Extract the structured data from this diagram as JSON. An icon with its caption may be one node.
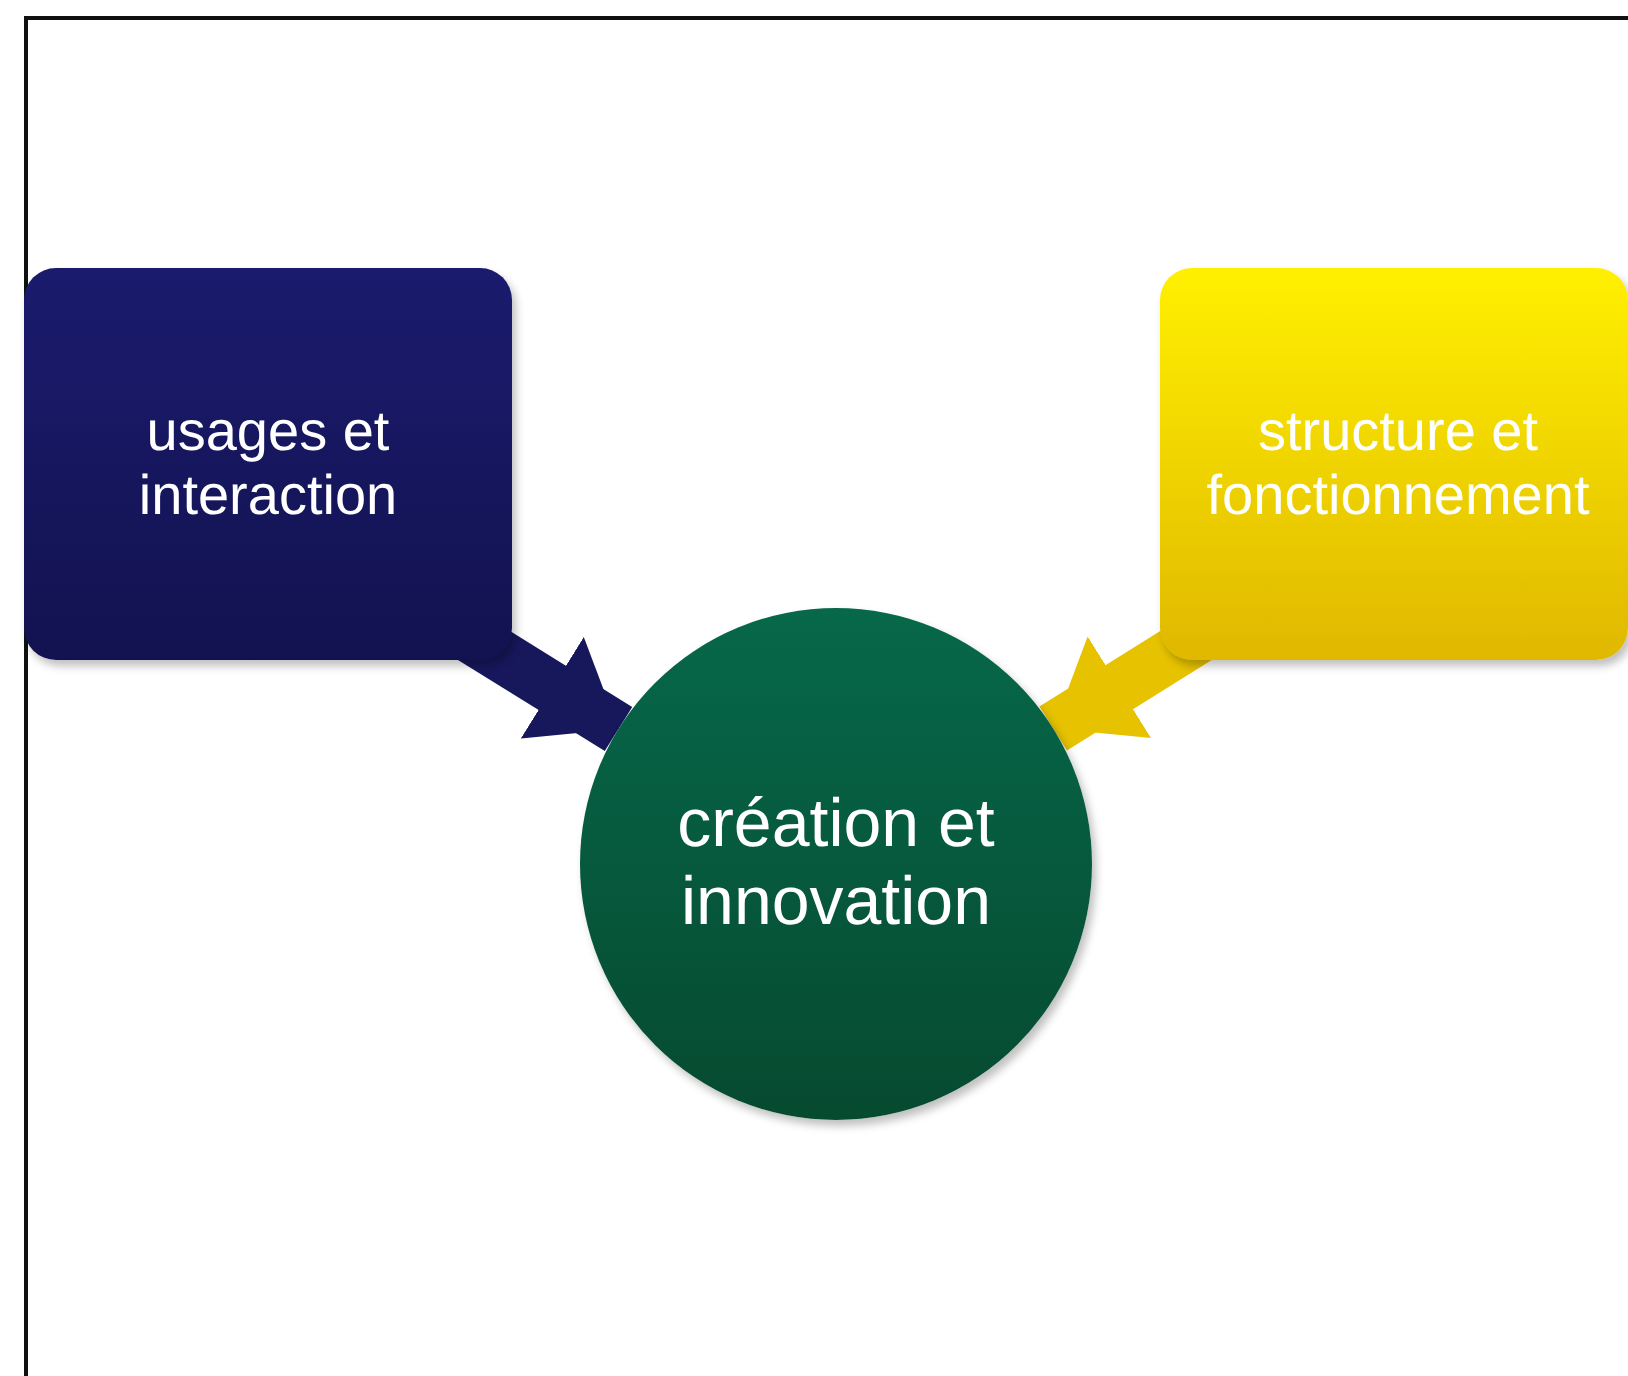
{
  "diagram": {
    "nodes": [
      {
        "text": [
          "usages et interaction"
        ]
      },
      {
        "text": [
          "structure et fonctionnement"
        ]
      },
      {
        "text": [
          "création et innovation"
        ]
      }
    ],
    "edges": [
      {
        "from": 0,
        "to": 2,
        "arrow": "to",
        "color": "#17175c"
      },
      {
        "from": 1,
        "to": 2,
        "arrow": "to",
        "color": "#e6c200"
      }
    ]
  }
}
